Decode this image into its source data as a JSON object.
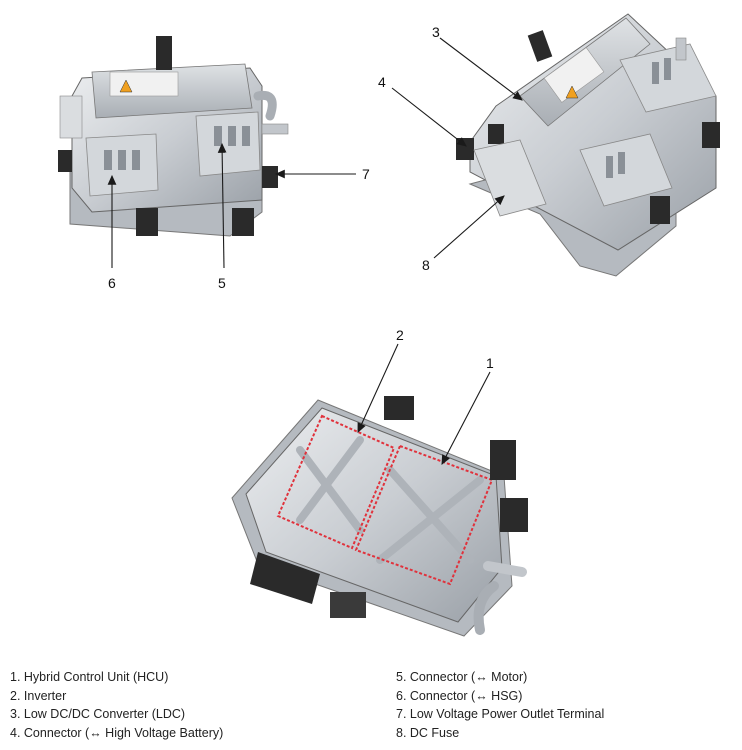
{
  "callouts": {
    "c1": "1",
    "c2": "2",
    "c3": "3",
    "c4": "4",
    "c5": "5",
    "c6": "6",
    "c7": "7",
    "c8": "8"
  },
  "legend": {
    "left": [
      "1. Hybrid Control Unit (HCU)",
      "2. Inverter",
      "3. Low DC/DC Converter (LDC)",
      "4. Connector (↔ High Voltage Battery)"
    ],
    "right": [
      "5. Connector (↔ Motor)",
      "6. Connector (↔ HSG)",
      "7. Low Voltage Power Outlet Terminal",
      "8. DC Fuse"
    ]
  },
  "colors": {
    "housing": "#c9cdd2",
    "housing_light": "#e3e6e9",
    "housing_dark": "#8f959c",
    "connector": "#2a2a2a",
    "highlight_dash": "#e0323c",
    "leader": "#1a1a1a"
  }
}
